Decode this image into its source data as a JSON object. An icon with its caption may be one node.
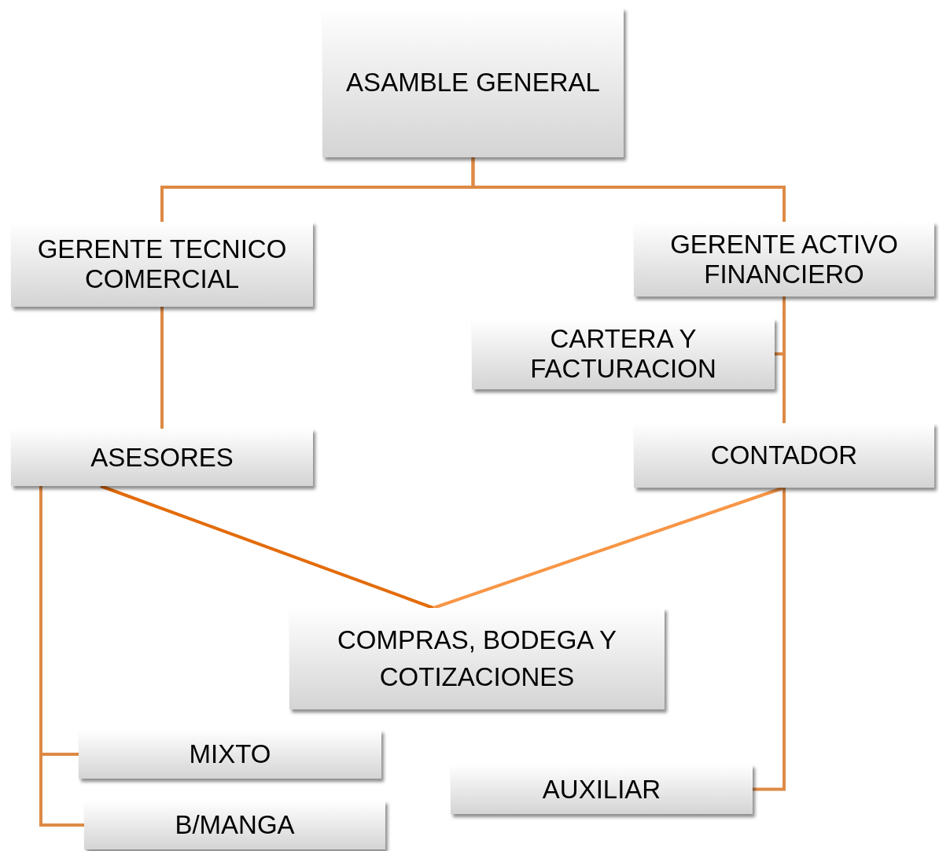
{
  "diagram": {
    "nodes": [
      {
        "text": [
          "ASAMBLE GENERAL"
        ]
      },
      {
        "text": [
          "GERENTE TECNICO COMERCIAL"
        ]
      },
      {
        "text": [
          "GERENTE ACTIVO FINANCIERO"
        ]
      },
      {
        "text": [
          "CARTERA Y FACTURACION"
        ]
      },
      {
        "text": [
          "ASESORES"
        ]
      },
      {
        "text": [
          "CONTADOR"
        ]
      },
      {
        "text": [
          "COMPRAS, BODEGA Y COTIZACIONES"
        ]
      },
      {
        "text": [
          "MIXTO"
        ]
      },
      {
        "text": [
          "B/MANGA"
        ]
      },
      {
        "text": [
          "AUXILIAR"
        ]
      }
    ],
    "edges": [
      {
        "from": 0,
        "to": 1,
        "arrow": "none"
      },
      {
        "from": 0,
        "to": 2,
        "arrow": "none"
      },
      {
        "from": 2,
        "to": 3,
        "arrow": "none"
      },
      {
        "from": 1,
        "to": 4,
        "arrow": "none"
      },
      {
        "from": 2,
        "to": 5,
        "arrow": "none"
      },
      {
        "from": 4,
        "to": 6,
        "arrow": "none",
        "color": "#e36c0a"
      },
      {
        "from": 5,
        "to": 6,
        "arrow": "none",
        "color": "#f79646"
      },
      {
        "from": 4,
        "to": 7,
        "arrow": "none"
      },
      {
        "from": 4,
        "to": 8,
        "arrow": "none"
      },
      {
        "from": 5,
        "to": 9,
        "arrow": "none"
      }
    ]
  }
}
